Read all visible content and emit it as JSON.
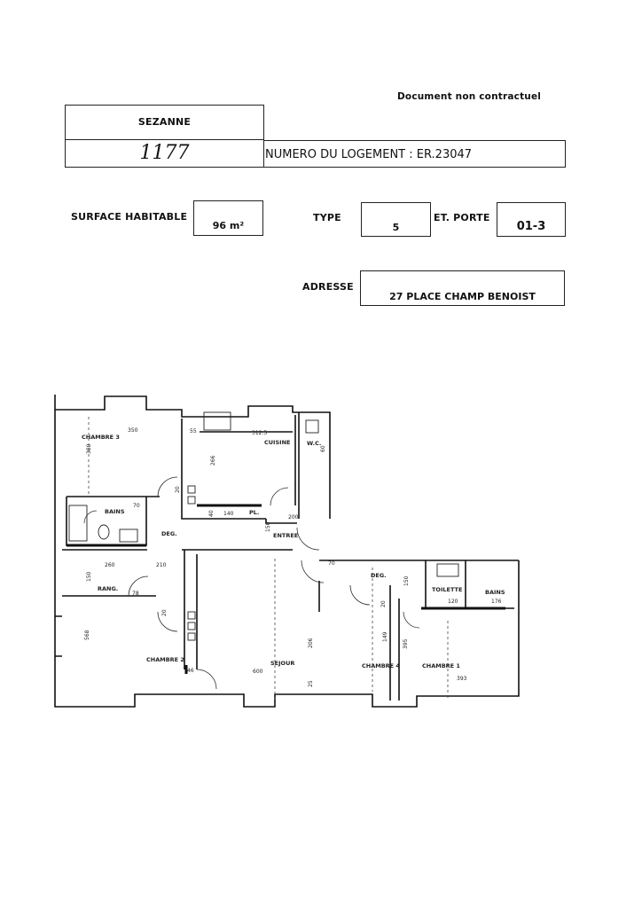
{
  "header": {
    "disclaimer": "Document non contractuel",
    "city": "SEZANNE",
    "handwritten_code": "1177",
    "housing_number_label": "NUMERO DU LOGEMENT : ER.23047"
  },
  "fields": {
    "surface_label": "SURFACE HABITABLE",
    "surface_value": "96 m²",
    "type_label": "TYPE",
    "type_value": "5",
    "door_label": "ET. PORTE",
    "door_value": "01-3",
    "address_label": "ADRESSE",
    "address_value": "27 PLACE CHAMP BENOIST"
  },
  "plan": {
    "rooms": {
      "chambre3": "CHAMBRE 3",
      "cuisine": "CUISINE",
      "wc": "W.C.",
      "bains1": "BAINS",
      "deg1": "DEG.",
      "entree": "ENTREE",
      "rang": "RANG.",
      "chambre2": "CHAMBRE 2",
      "sejour": "SEJOUR",
      "deg2": "DEG.",
      "toilette": "TOILETTE",
      "bains2": "BAINS",
      "chambre4": "CHAMBRE 4",
      "chambre1": "CHAMBRE 1",
      "pl": "PL."
    },
    "dimensions": {
      "d350": "350",
      "d55": "55",
      "d3125": "312.5",
      "d380": "380",
      "d266": "266",
      "d70a": "70",
      "d20a": "20",
      "d140": "140",
      "d40": "40",
      "d150a": "150",
      "d200": "200",
      "d70b": "70",
      "d260": "260",
      "d210": "210",
      "d150b": "150",
      "d78": "78",
      "d568": "568",
      "d20b": "20",
      "d46": "46",
      "d600": "600",
      "d206": "206",
      "d25": "25",
      "d149": "149",
      "d395": "395",
      "d393": "393",
      "d120": "120",
      "d176": "176",
      "d150c": "150",
      "d60": "60",
      "d20c": "20"
    }
  }
}
